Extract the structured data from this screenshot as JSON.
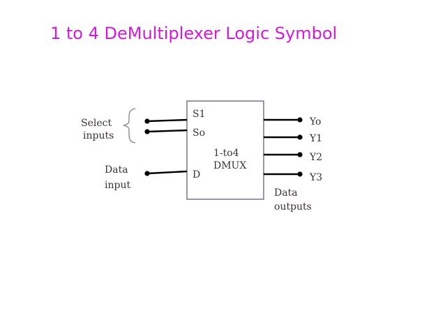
{
  "title": "1 to 4 DeMultiplexer Logic Symbol",
  "colors": {
    "title": "#d21ad8",
    "lines": "#000000",
    "box_border": "#6a5a7a",
    "label_text": "#3a3038"
  },
  "diagram": {
    "block_label_line1": "1-to4",
    "block_label_line2": "DMUX",
    "inputs": {
      "select_label_line1": "Select",
      "select_label_line2": "inputs",
      "s1": "S1",
      "s0": "So",
      "data_label_line1": "Data",
      "data_label_line2": "input",
      "d": "D"
    },
    "outputs": {
      "y0": "Yo",
      "y1": "Y1",
      "y2": "Y2",
      "y3": "Y3",
      "label_line1": "Data",
      "label_line2": "outputs"
    }
  }
}
